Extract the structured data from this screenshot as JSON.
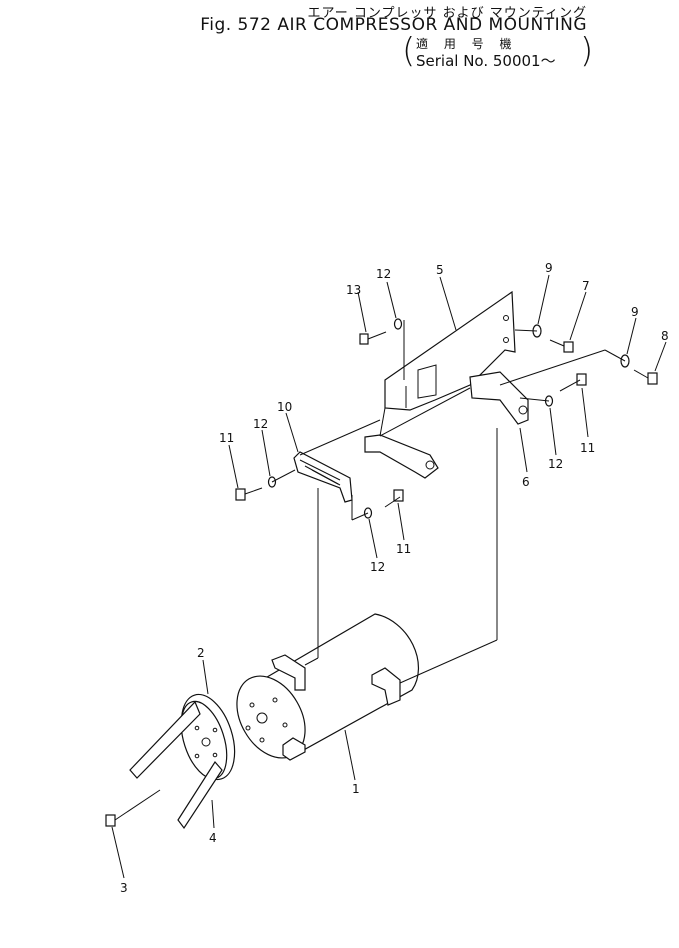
{
  "header": {
    "japanese_title": "エアー コンプレッサ および マウンティング",
    "figure_title": "Fig. 572 AIR COMPRESSOR AND MOUNTING",
    "applicability_label": "適 用 号 機",
    "serial": "Serial No. 50001～"
  },
  "callouts": [
    "1",
    "2",
    "3",
    "4",
    "5",
    "6",
    "7",
    "8",
    "9",
    "10",
    "11",
    "12",
    "13"
  ]
}
